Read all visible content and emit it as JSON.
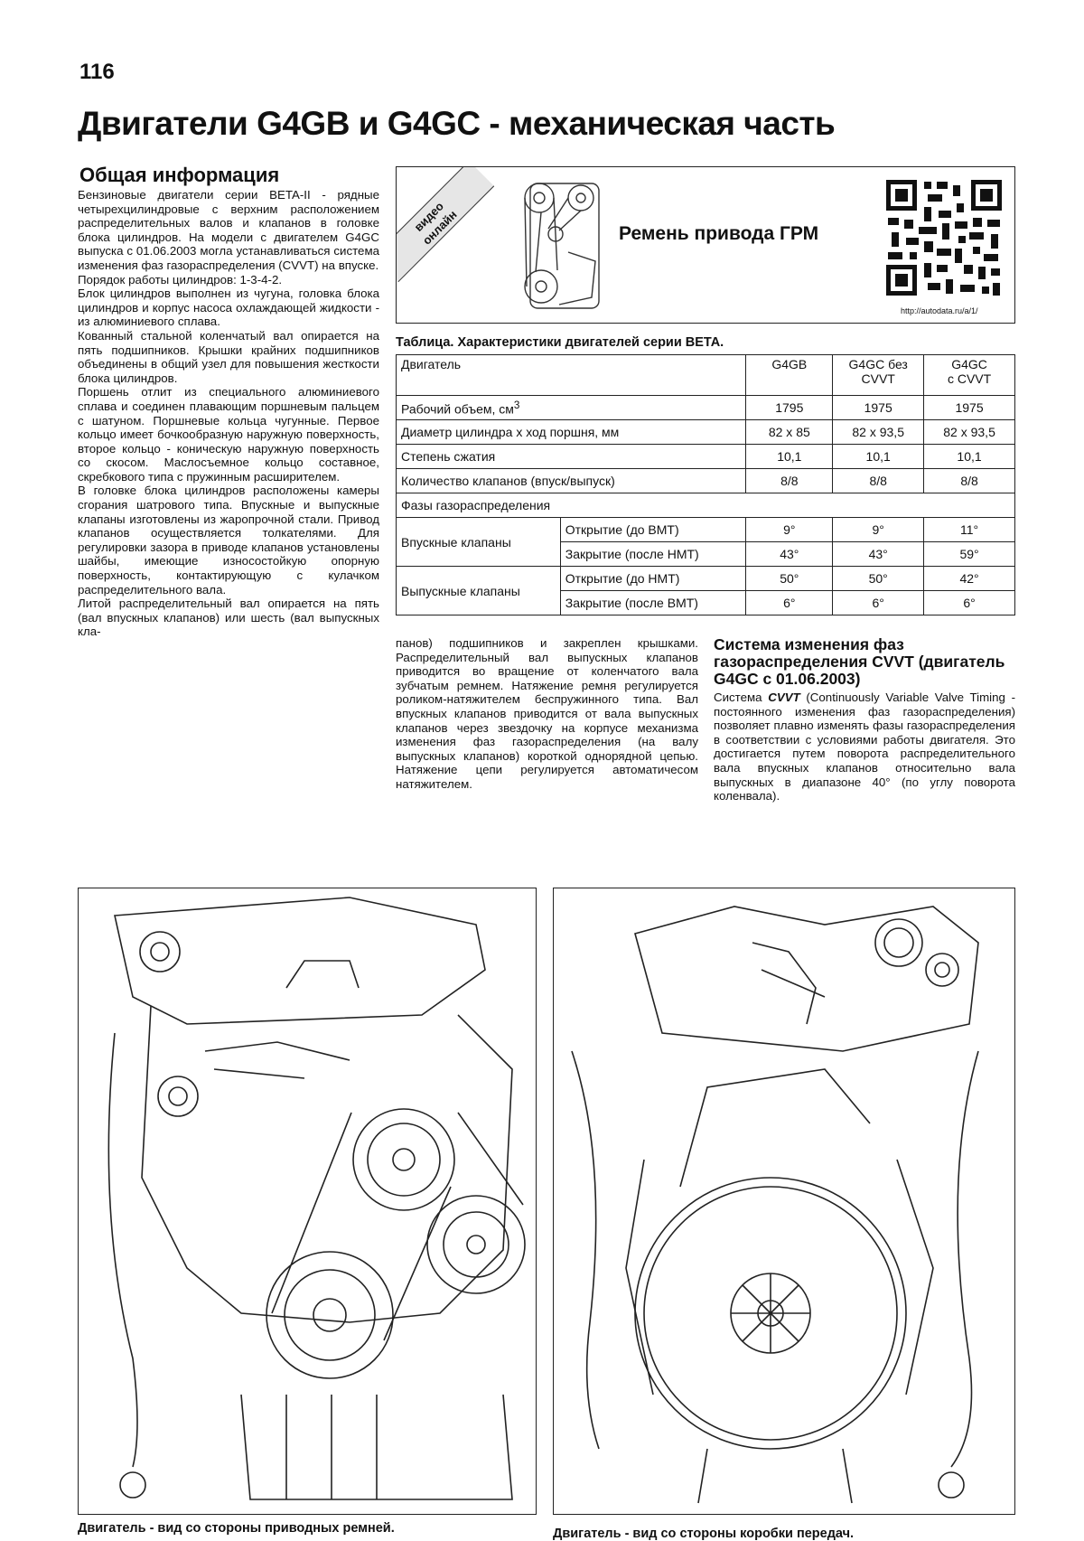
{
  "page_number": "116",
  "title": "Двигатели G4GB и G4GC - механическая часть",
  "general_info": {
    "heading": "Общая информация",
    "paragraphs": [
      "Бензиновые двигатели серии BETA-II - рядные четырехцилиндровые с верхним расположением распределительных валов и клапанов в головке блока цилиндров. На модели с двигателем G4GC выпуска с 01.06.2003 могла устанавливаться система изменения фаз газораспределения (CVVT) на впуске.",
      "Порядок работы цилиндров: 1-3-4-2.",
      "Блок цилиндров выполнен из чугуна, головка блока цилиндров и корпус насоса охлаждающей жидкости - из алюминиевого сплава.",
      "Кованный стальной коленчатый вал опирается на пять подшипников. Крышки крайних подшипников объединены в общий узел для повышения жесткости блока цилиндров.",
      "Поршень отлит из специального алюминиевого сплава и соединен плавающим поршневым пальцем с шатуном. Поршневые кольца чугунные. Первое кольцо имеет бочкообразную наружную поверхность, второе кольцо - коническую наружную поверхность со скосом. Маслосъемное кольцо составное, скребкового типа с пружинным расширителем.",
      "В головке блока цилиндров расположены камеры сгорания шатрового типа. Впускные и выпускные клапаны изготовлены из жаропрочной стали. Привод клапанов осуществляется толкателями. Для регулировки зазора в приводе клапанов установлены шайбы, имеющие износостойкую опорную поверхность, контактирующую с кулачком распределительного вала.",
      "Литой распределительный вал опирается на пять (вал впускных клапанов) или шесть (вал выпускных кла-"
    ]
  },
  "middle_column": {
    "paragraphs": [
      "панов) подшипников и закреплен крышками. Распределительный вал выпускных клапанов приводится во вращение от коленчатого вала зубчатым ремнем. Натяжение ремня регулируется роликом-натяжителем беспружинного типа. Вал впускных клапанов приводится от вала выпускных клапанов через звездочку на корпусе механизма изменения фаз газораспределения (на валу выпускных клапанов) короткой однорядной цепью. Натяжение цепи регулируется автоматичесом натяжителем."
    ]
  },
  "cvvt_section": {
    "heading": "Система изменения фаз газораспределения CVVT (двигатель G4GC с 01.06.2003)",
    "text_before_term": "Система ",
    "term": "CVVT",
    "text_after_term": " (Continuously Variable Valve Timing - постоянного изменения фаз газораспределения) позволяет плавно изменять фазы газораспределения в соответствии с условиями работы двигателя. Это достигается путем поворота распределительного вала впускных клапанов относительно вала выпускных в диапазоне 40° (по углу поворота коленвала)."
  },
  "video_box": {
    "ribbon_line1": "видео",
    "ribbon_line2": "онлайн",
    "caption": "Ремень привода ГРМ",
    "url": "http://autodata.ru/a/1/",
    "drawing_icon": "timing-belt-drawing",
    "qr_icon": "qr-code"
  },
  "table": {
    "caption": "Таблица. Характеристики двигателей серии BETA.",
    "header": {
      "param": "Двигатель",
      "col1": "G4GB",
      "col2_line1": "G4GC без",
      "col2_line2": "CVVT",
      "col3_line1": "G4GC",
      "col3_line2": "с CVVT"
    },
    "rows": [
      {
        "label": "Рабочий объем, см",
        "sup": "3",
        "v1": "1795",
        "v2": "1975",
        "v3": "1975"
      },
      {
        "label": "Диаметр цилиндра х ход поршня, мм",
        "sup": "",
        "v1": "82 х 85",
        "v2": "82 х 93,5",
        "v3": "82 х 93,5"
      },
      {
        "label": "Степень сжатия",
        "sup": "",
        "v1": "10,1",
        "v2": "10,1",
        "v3": "10,1"
      },
      {
        "label": "Количество клапанов (впуск/выпуск)",
        "sup": "",
        "v1": "8/8",
        "v2": "8/8",
        "v3": "8/8"
      }
    ],
    "phases_label": "Фазы газораспределения",
    "intake": {
      "label": "Впускные клапаны",
      "open_label": "Открытие (до ВМТ)",
      "open": [
        "9°",
        "9°",
        "11°"
      ],
      "close_label": "Закрытие (после НМТ)",
      "close": [
        "43°",
        "43°",
        "59°"
      ]
    },
    "exhaust": {
      "label": "Выпускные клапаны",
      "open_label": "Открытие (до НМТ)",
      "open": [
        "50°",
        "50°",
        "42°"
      ],
      "close_label": "Закрытие (после ВМТ)",
      "close": [
        "6°",
        "6°",
        "6°"
      ]
    }
  },
  "figures": {
    "left_caption": "Двигатель -  вид со стороны приводных ремней.",
    "right_caption": "Двигатель - вид со стороны коробки передач.",
    "left_icon": "engine-belt-side-drawing",
    "right_icon": "engine-gearbox-side-drawing"
  }
}
